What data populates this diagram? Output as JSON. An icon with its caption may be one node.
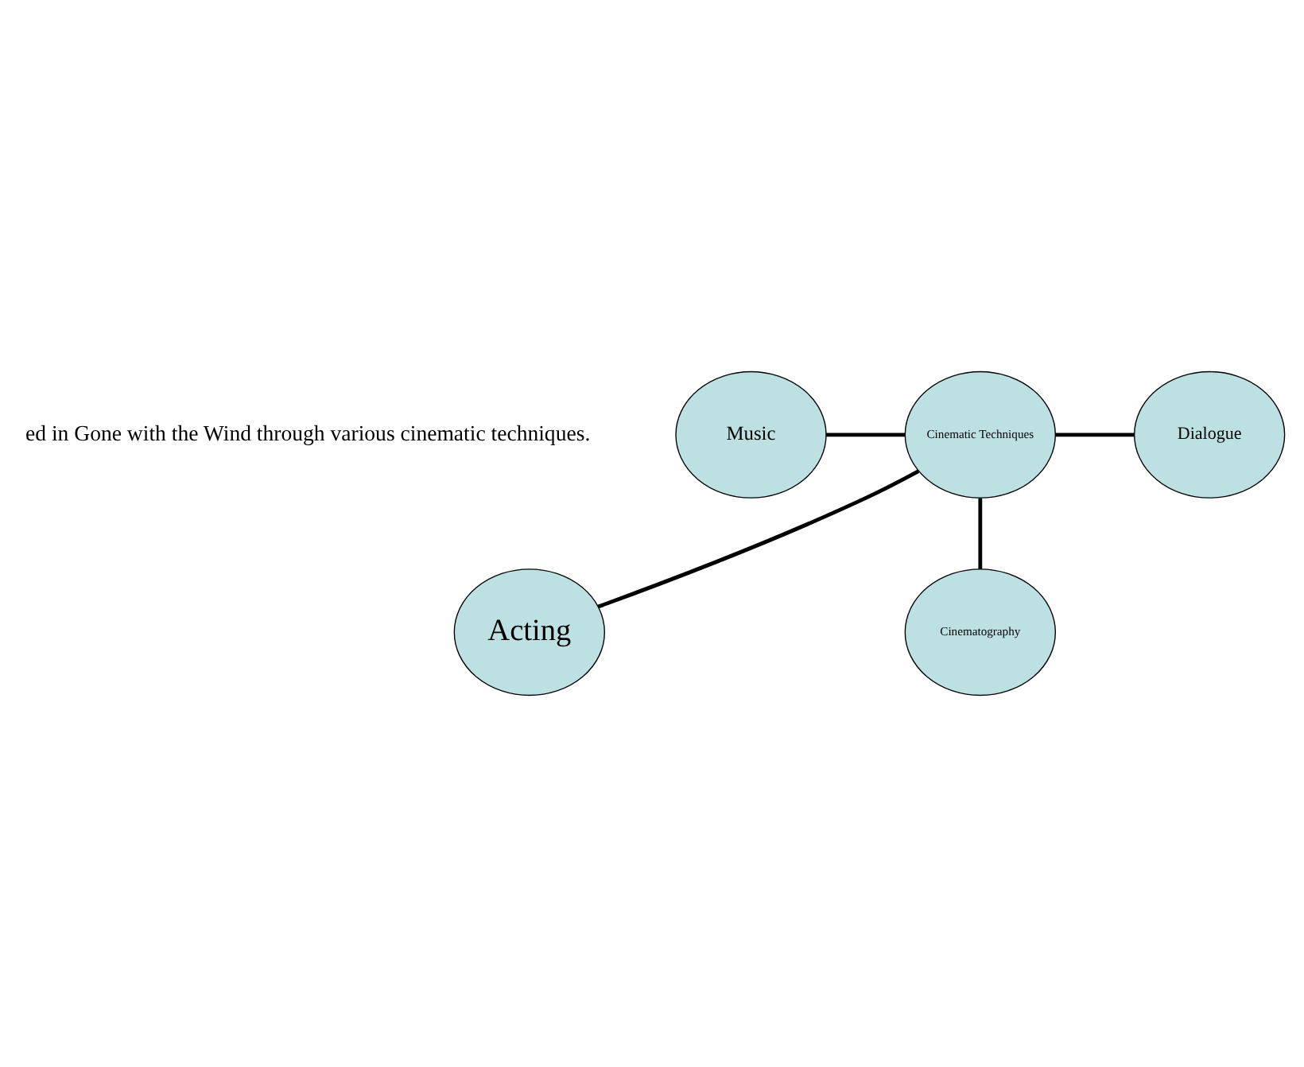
{
  "diagram": {
    "nodes": [
      {
        "text": [
          "Acting"
        ]
      },
      {
        "text": [
          "Music"
        ]
      },
      {
        "text": [
          "Cinematic Techniques"
        ]
      },
      {
        "text": [
          "Dialogue"
        ]
      },
      {
        "text": [
          "Cinematography"
        ]
      }
    ],
    "edges": [
      {
        "from": 2,
        "to": 0,
        "arrow": "none"
      },
      {
        "from": 1,
        "to": 2,
        "arrow": "none"
      },
      {
        "from": 2,
        "to": 3,
        "arrow": "none"
      },
      {
        "from": 2,
        "to": 4,
        "arrow": "none"
      }
    ],
    "labels": [
      "ed in Gone with the Wind through various cinematic techniques."
    ]
  }
}
